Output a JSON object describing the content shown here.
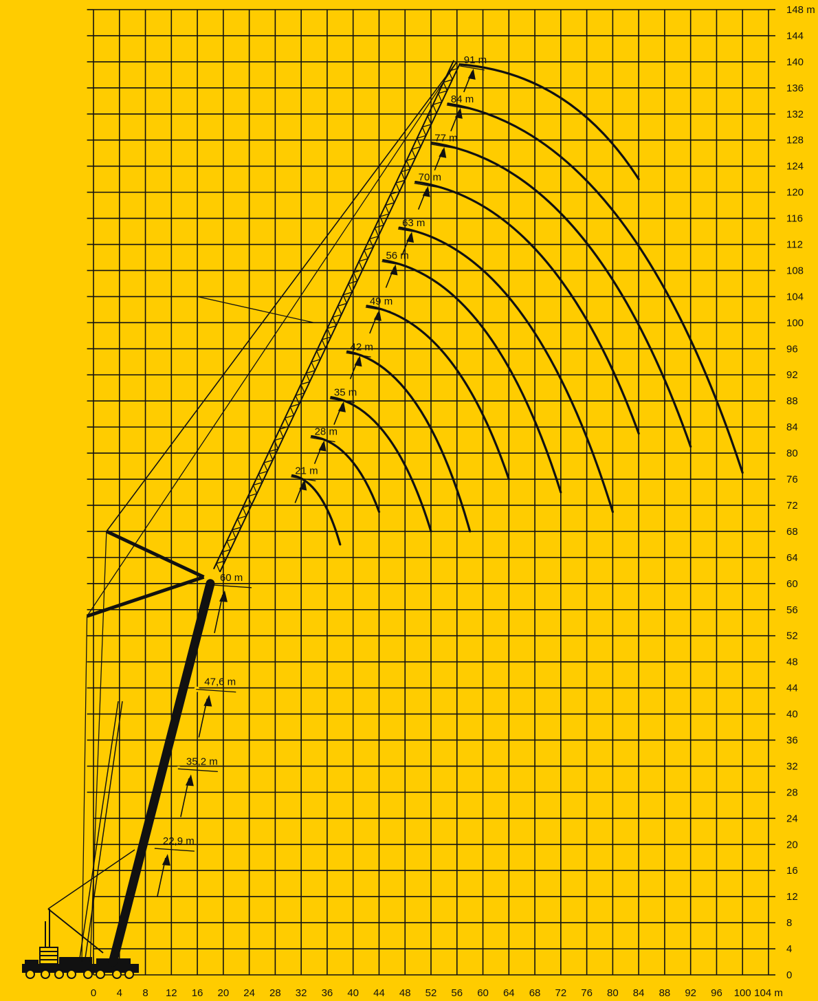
{
  "chart_data": {
    "type": "line",
    "title": "",
    "background_color": "#FFCC00",
    "line_color": "#111111",
    "grid": true,
    "x_axis": {
      "range": [
        0,
        104
      ],
      "tick_values": [
        0,
        4,
        8,
        12,
        16,
        20,
        24,
        28,
        32,
        36,
        40,
        44,
        48,
        52,
        56,
        60,
        64,
        68,
        72,
        76,
        80,
        84,
        88,
        92,
        96,
        100,
        104
      ],
      "tick_labels": [
        "0",
        "4",
        "8",
        "12",
        "16",
        "20",
        "24",
        "28",
        "32",
        "36",
        "40",
        "44",
        "48",
        "52",
        "56",
        "60",
        "64",
        "68",
        "72",
        "76",
        "80",
        "84",
        "88",
        "92",
        "96",
        "100",
        "104 m"
      ]
    },
    "y_axis": {
      "range": [
        0,
        148
      ],
      "position": "right",
      "tick_values": [
        0,
        4,
        8,
        12,
        16,
        20,
        24,
        28,
        32,
        36,
        40,
        44,
        48,
        52,
        56,
        60,
        64,
        68,
        72,
        76,
        80,
        84,
        88,
        92,
        96,
        100,
        104,
        108,
        112,
        116,
        120,
        124,
        128,
        132,
        136,
        140,
        144,
        148
      ],
      "tick_labels": [
        "0",
        "4",
        "8",
        "12",
        "16",
        "20",
        "24",
        "28",
        "32",
        "36",
        "40",
        "44",
        "48",
        "52",
        "56",
        "60",
        "64",
        "68",
        "72",
        "76",
        "80",
        "84",
        "88",
        "92",
        "96",
        "100",
        "104",
        "108",
        "112",
        "116",
        "120",
        "124",
        "128",
        "132",
        "136",
        "140",
        "144",
        "148 m"
      ]
    },
    "main_boom": {
      "base": [
        3,
        2
      ],
      "top": [
        18,
        60
      ],
      "length_marks": [
        {
          "label": "22,9 m",
          "point": [
            9.2,
            19.6
          ]
        },
        {
          "label": "35,2 m",
          "point": [
            12.8,
            31.8
          ]
        },
        {
          "label": "47,6 m",
          "point": [
            15.6,
            44
          ]
        },
        {
          "label": "60 m",
          "point": [
            18,
            60
          ]
        }
      ]
    },
    "luffing_jib": {
      "foot": [
        19,
        62
      ],
      "lengths": [
        {
          "label": "21 m",
          "tip": [
            30,
            77
          ],
          "curve_end": [
            38,
            66
          ]
        },
        {
          "label": "28 m",
          "tip": [
            33,
            83
          ],
          "curve_end": [
            44,
            71
          ]
        },
        {
          "label": "35 m",
          "tip": [
            36,
            89
          ],
          "curve_end": [
            52,
            68
          ]
        },
        {
          "label": "42 m",
          "tip": [
            38.5,
            96
          ],
          "curve_end": [
            58,
            68
          ]
        },
        {
          "label": "49 m",
          "tip": [
            41.5,
            103
          ],
          "curve_end": [
            64,
            76
          ]
        },
        {
          "label": "56 m",
          "tip": [
            44,
            110
          ],
          "curve_end": [
            72,
            74
          ]
        },
        {
          "label": "63 m",
          "tip": [
            46.5,
            115
          ],
          "curve_end": [
            80,
            71
          ]
        },
        {
          "label": "70 m",
          "tip": [
            49,
            122
          ],
          "curve_end": [
            84,
            83
          ]
        },
        {
          "label": "77 m",
          "tip": [
            51.5,
            128
          ],
          "curve_end": [
            92,
            81
          ]
        },
        {
          "label": "84 m",
          "tip": [
            54,
            134
          ],
          "curve_end": [
            100,
            77
          ]
        },
        {
          "label": "91 m",
          "tip": [
            56,
            140
          ],
          "curve_end": [
            84,
            122
          ]
        }
      ]
    }
  }
}
